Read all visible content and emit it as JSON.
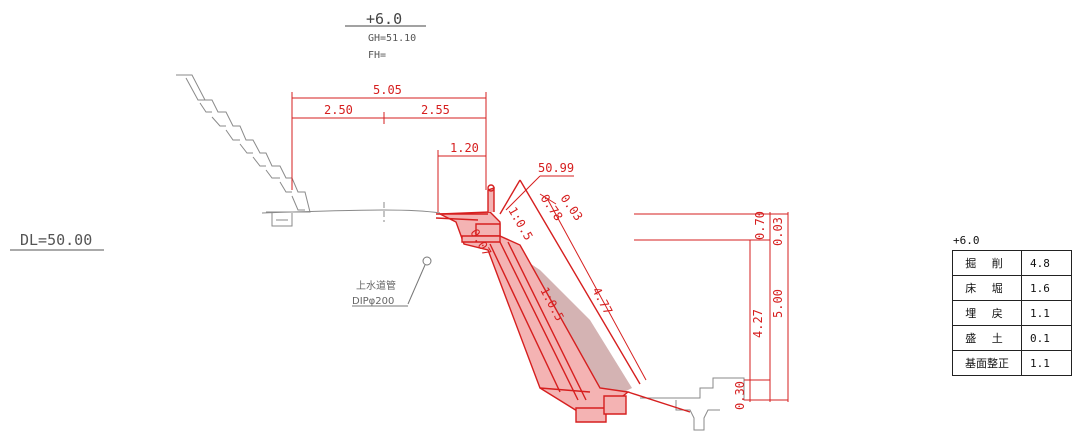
{
  "header": {
    "station": "+6.0",
    "gh": "GH=51.10",
    "fh": "FH="
  },
  "datum": "DL=50.00",
  "dimensions": {
    "overall_width": "5.05",
    "left_width": "2.50",
    "right_width": "2.55",
    "wall_offset": "1.20",
    "level": "50.99",
    "d_078": "0.78",
    "d_003_top": "0.03",
    "d_007": "0.07",
    "slope_upper": "1:0.5",
    "slope_lower": "1:0.5",
    "slope_length": "4.77",
    "d_070": "0.70",
    "d_003": "0.03",
    "d_427": "4.27",
    "d_500": "5.00",
    "d_030": "0.30"
  },
  "pipe_label": {
    "line1": "上水道管",
    "line2": "DIPφ200"
  },
  "quantity_table": {
    "title": "+6.0",
    "rows": [
      {
        "label": "掘 削",
        "value": "4.8"
      },
      {
        "label": "床 堀",
        "value": "1.6"
      },
      {
        "label": "埋 戻",
        "value": "1.1"
      },
      {
        "label": "盛 土",
        "value": "0.1"
      },
      {
        "label": "基面整正",
        "value": "1.1"
      }
    ]
  },
  "colors": {
    "dimension": "#d61f1f",
    "structure_fill": "#f4b3b3",
    "hatch_fill": "#c9a0a0",
    "ground": "#8a8a8a"
  }
}
